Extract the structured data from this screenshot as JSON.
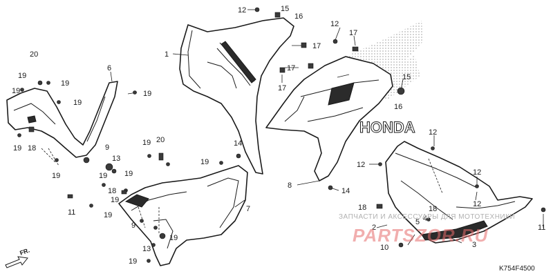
{
  "diagram_code": "K754F4500",
  "direction_label": "FR.",
  "watermark": {
    "line1": "ЗАПЧАСТИ И АКСЕССУАРЫ ДЛЯ МОТОТЕХНИКИ",
    "line2": "PARTSZOR.RU"
  },
  "emblem_text": "HONDA",
  "callouts": [
    {
      "id": "c12a",
      "label": "12"
    },
    {
      "id": "c15a",
      "label": "15"
    },
    {
      "id": "c16a",
      "label": "16"
    },
    {
      "id": "c1",
      "label": "1"
    },
    {
      "id": "c17a",
      "label": "17"
    },
    {
      "id": "c12b",
      "label": "12"
    },
    {
      "id": "c17b",
      "label": "17"
    },
    {
      "id": "c17c",
      "label": "17"
    },
    {
      "id": "c17d",
      "label": "17"
    },
    {
      "id": "c15b",
      "label": "15"
    },
    {
      "id": "c16b",
      "label": "16"
    },
    {
      "id": "c20a",
      "label": "20"
    },
    {
      "id": "c19a",
      "label": "19"
    },
    {
      "id": "c19b",
      "label": "19"
    },
    {
      "id": "c19c",
      "label": "19"
    },
    {
      "id": "c6",
      "label": "6"
    },
    {
      "id": "c19d",
      "label": "19"
    },
    {
      "id": "c19e",
      "label": "19"
    },
    {
      "id": "c18a",
      "label": "18"
    },
    {
      "id": "c9a",
      "label": "9"
    },
    {
      "id": "c13a",
      "label": "13"
    },
    {
      "id": "c19f",
      "label": "19"
    },
    {
      "id": "c19g",
      "label": "19"
    },
    {
      "id": "c11",
      "label": "11"
    },
    {
      "id": "c19h",
      "label": "19"
    },
    {
      "id": "c20b",
      "label": "20"
    },
    {
      "id": "c19i",
      "label": "19"
    },
    {
      "id": "c14a",
      "label": "14"
    },
    {
      "id": "c19j",
      "label": "19"
    },
    {
      "id": "c18b",
      "label": "18"
    },
    {
      "id": "c19k",
      "label": "19"
    },
    {
      "id": "c19l",
      "label": "19"
    },
    {
      "id": "c19m",
      "label": "19"
    },
    {
      "id": "c9b",
      "label": "9"
    },
    {
      "id": "c13b",
      "label": "13"
    },
    {
      "id": "c19n",
      "label": "19"
    },
    {
      "id": "c19o",
      "label": "19"
    },
    {
      "id": "c7",
      "label": "7"
    },
    {
      "id": "c8",
      "label": "8"
    },
    {
      "id": "c14b",
      "label": "14"
    },
    {
      "id": "c12c",
      "label": "12"
    },
    {
      "id": "c12d",
      "label": "12"
    },
    {
      "id": "c12e",
      "label": "12"
    },
    {
      "id": "c12f",
      "label": "12"
    },
    {
      "id": "c18c",
      "label": "18"
    },
    {
      "id": "c18d",
      "label": "18"
    },
    {
      "id": "c4",
      "label": "4"
    },
    {
      "id": "c2",
      "label": "2"
    },
    {
      "id": "c5",
      "label": "5"
    },
    {
      "id": "c10",
      "label": "10"
    },
    {
      "id": "c3",
      "label": "3"
    },
    {
      "id": "c11b",
      "label": "11"
    }
  ]
}
